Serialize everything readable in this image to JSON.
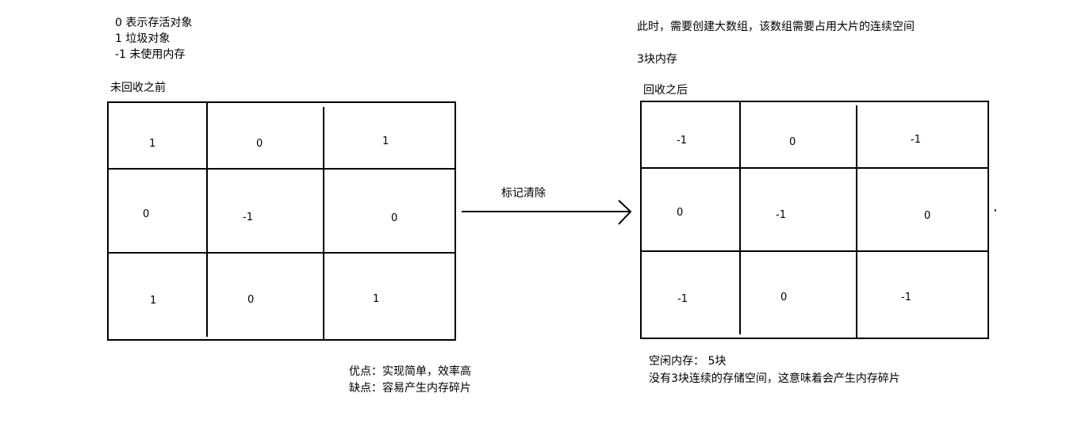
{
  "legend": {
    "line1": "0 表示存活对象",
    "line2": "1 垃圾对象",
    "line3": "-1 未使用内存"
  },
  "before": {
    "title": "未回收之前",
    "cells": [
      "1",
      "0",
      "1",
      "0",
      "-1",
      "0",
      "1",
      "0",
      "1"
    ]
  },
  "arrow": {
    "label": "标记清除"
  },
  "after": {
    "title": "回收之后",
    "cells": [
      "-1",
      "0",
      "-1",
      "0",
      "-1",
      "0",
      "-1",
      "0",
      "-1"
    ]
  },
  "scenario": {
    "line1": "此时，需要创建大数组，该数组需要占用大片的连续空间",
    "line2": "3块内存"
  },
  "pros_cons": {
    "pros": "优点：实现简单，效率高",
    "cons": "缺点：容易产生内存碎片"
  },
  "summary": {
    "free": "空闲内存： 5块",
    "note": "没有3块连续的存储空间，这意味着会产生内存碎片"
  }
}
